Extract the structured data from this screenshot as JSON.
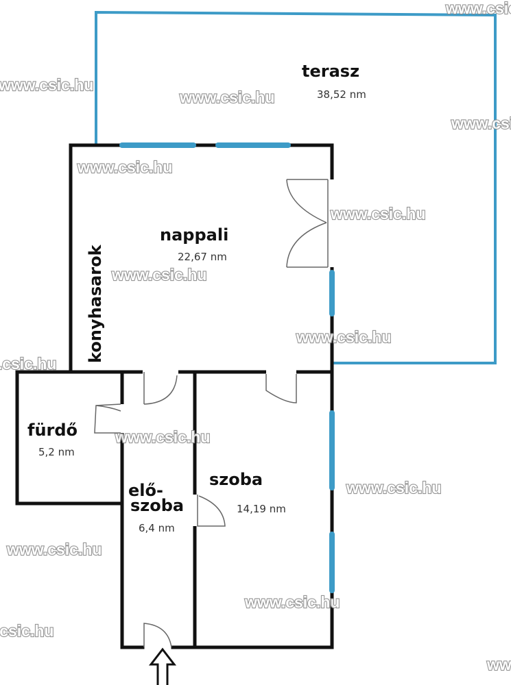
{
  "rooms": {
    "terasz": {
      "name": "terasz",
      "area": "38,52 nm"
    },
    "nappali": {
      "name": "nappali",
      "area": "22,67 nm"
    },
    "konyhasarok": {
      "name": "konyhasarok"
    },
    "furdo": {
      "name": "fürdő",
      "area": "5,2 nm"
    },
    "eloszoba": {
      "name_line1": "elő-",
      "name_line2": "szoba",
      "area": "6,4 nm"
    },
    "szoba": {
      "name": "szoba",
      "area": "14,19 nm"
    }
  },
  "watermark": "www.csic.hu",
  "colors": {
    "terrace_outline": "#3d9bc7",
    "walls": "#111111"
  }
}
